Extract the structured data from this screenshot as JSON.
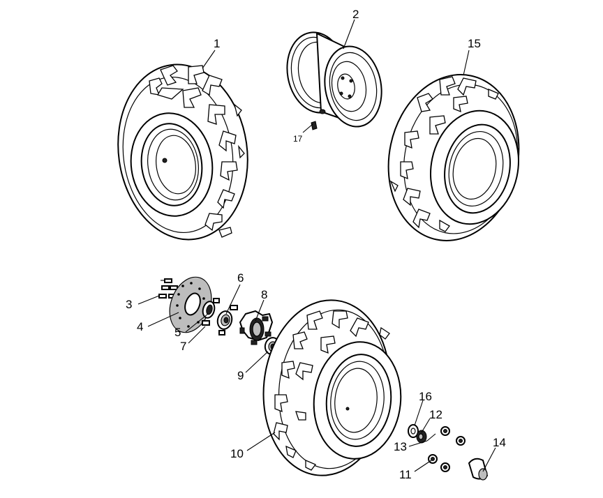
{
  "figure": {
    "callouts": [
      {
        "id": "c1",
        "label": "1"
      },
      {
        "id": "c2",
        "label": "2"
      },
      {
        "id": "c3",
        "label": "3"
      },
      {
        "id": "c4",
        "label": "4"
      },
      {
        "id": "c5",
        "label": "5"
      },
      {
        "id": "c6",
        "label": "6"
      },
      {
        "id": "c7",
        "label": "7"
      },
      {
        "id": "c8",
        "label": "8"
      },
      {
        "id": "c9",
        "label": "9"
      },
      {
        "id": "c10",
        "label": "10"
      },
      {
        "id": "c11",
        "label": "11"
      },
      {
        "id": "c12",
        "label": "12"
      },
      {
        "id": "c13",
        "label": "13"
      },
      {
        "id": "c14",
        "label": "14"
      },
      {
        "id": "c15",
        "label": "15"
      },
      {
        "id": "c16",
        "label": "16"
      },
      {
        "id": "c17",
        "label": "17"
      }
    ]
  }
}
